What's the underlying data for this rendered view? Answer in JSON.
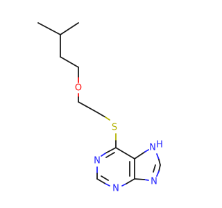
{
  "molecule": {
    "atoms": {
      "oxygen": {
        "label": "O"
      },
      "sulfur": {
        "label": "S"
      },
      "n1": {
        "label": "N"
      },
      "n3": {
        "label": "N"
      },
      "n7": {
        "label": "N"
      },
      "n9": {
        "label": "N"
      },
      "h7": {
        "label": "H"
      }
    },
    "colors": {
      "carbon_bond": "#1a1a1a",
      "oxygen": "#ff0d0d",
      "sulfur": "#b2b200",
      "nitrogen": "#2323ff"
    }
  }
}
